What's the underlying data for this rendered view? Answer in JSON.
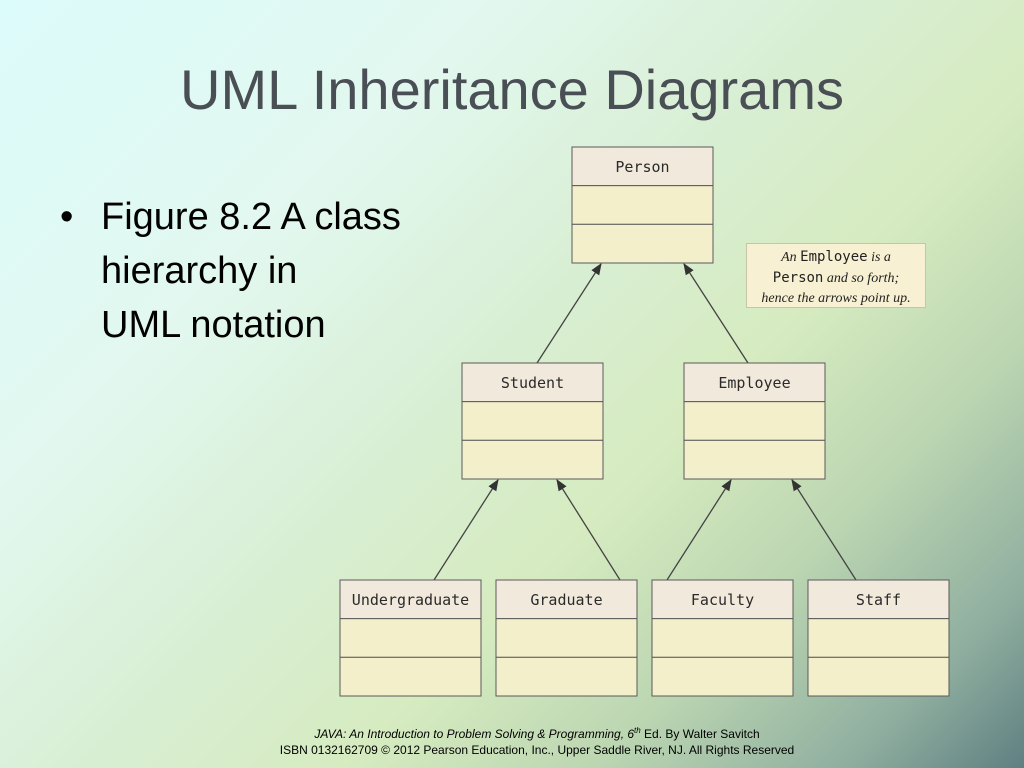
{
  "slide": {
    "title": "UML Inheritance Diagrams",
    "bullet_symbol": "•",
    "bullet_lines": [
      "Figure 8.2 A class",
      "hierarchy in",
      "UML notation"
    ]
  },
  "diagram": {
    "classes": [
      {
        "id": "person",
        "name": "Person"
      },
      {
        "id": "student",
        "name": "Student"
      },
      {
        "id": "employee",
        "name": "Employee"
      },
      {
        "id": "undergraduate",
        "name": "Undergraduate"
      },
      {
        "id": "graduate",
        "name": "Graduate"
      },
      {
        "id": "faculty",
        "name": "Faculty"
      },
      {
        "id": "staff",
        "name": "Staff"
      }
    ],
    "inheritance": [
      {
        "from": "student",
        "to": "person"
      },
      {
        "from": "employee",
        "to": "person"
      },
      {
        "from": "undergraduate",
        "to": "student"
      },
      {
        "from": "graduate",
        "to": "student"
      },
      {
        "from": "faculty",
        "to": "employee"
      },
      {
        "from": "staff",
        "to": "employee"
      }
    ],
    "note": {
      "w1": "An",
      "c1": "Employee",
      "w2": "is a",
      "c2": "Person",
      "w3": "and so forth;",
      "w4": "hence the arrows point up."
    }
  },
  "footer": {
    "book_title": "JAVA: An Introduction to Problem Solving & Programming, 6",
    "edition_sup": "th",
    "edition_rest": " Ed. By Walter Savitch",
    "isbn_line": "ISBN 0132162709 © 2012 Pearson Education, Inc., Upper Saddle River, NJ. All Rights Reserved"
  },
  "colors": {
    "box_fill": "#f3efca",
    "header_fill": "#f1e9dc",
    "box_stroke": "#5a5a5a",
    "title": "#4a4f55"
  }
}
